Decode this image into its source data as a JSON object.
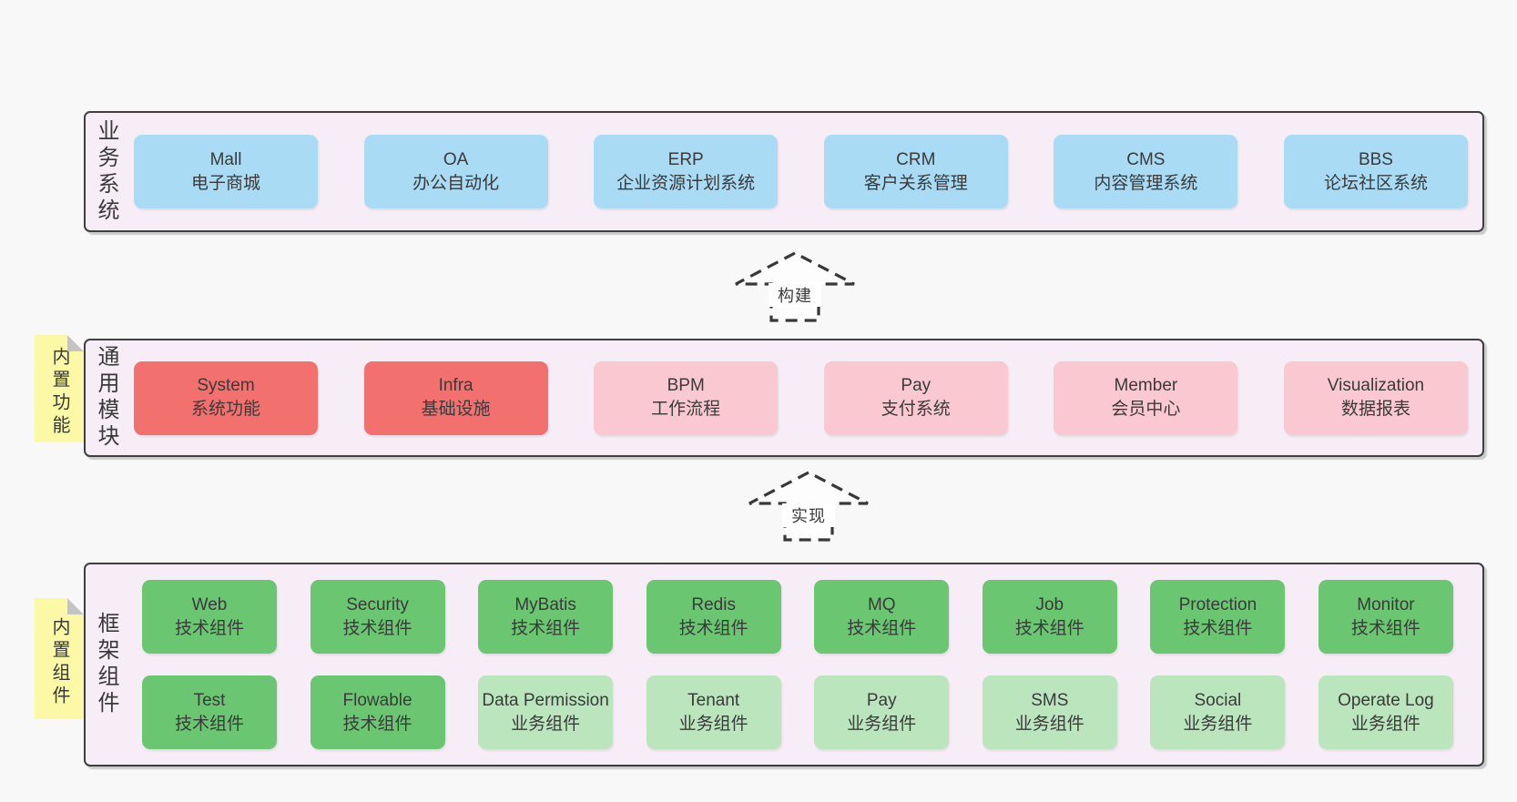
{
  "diagram": {
    "layers": [
      {
        "id": "business-systems",
        "label": "业务系统",
        "sticky": null,
        "rows": [
          [
            {
              "title": "Mall",
              "subtitle": "电子商城",
              "type": "blue"
            },
            {
              "title": "OA",
              "subtitle": "办公自动化",
              "type": "blue"
            },
            {
              "title": "ERP",
              "subtitle": "企业资源计划系统",
              "type": "blue"
            },
            {
              "title": "CRM",
              "subtitle": "客户关系管理",
              "type": "blue"
            },
            {
              "title": "CMS",
              "subtitle": "内容管理系统",
              "type": "blue"
            },
            {
              "title": "BBS",
              "subtitle": "论坛社区系统",
              "type": "blue"
            }
          ]
        ]
      },
      {
        "id": "common-modules",
        "label": "通用模块",
        "sticky": "内置功能",
        "rows": [
          [
            {
              "title": "System",
              "subtitle": "系统功能",
              "type": "red"
            },
            {
              "title": "Infra",
              "subtitle": "基础设施",
              "type": "red"
            },
            {
              "title": "BPM",
              "subtitle": "工作流程",
              "type": "pink"
            },
            {
              "title": "Pay",
              "subtitle": "支付系统",
              "type": "pink"
            },
            {
              "title": "Member",
              "subtitle": "会员中心",
              "type": "pink"
            },
            {
              "title": "Visualization",
              "subtitle": "数据报表",
              "type": "pink"
            }
          ]
        ]
      },
      {
        "id": "framework-components",
        "label": "框架组件",
        "sticky": "内置组件",
        "rows": [
          [
            {
              "title": "Web",
              "subtitle": "技术组件",
              "type": "green"
            },
            {
              "title": "Security",
              "subtitle": "技术组件",
              "type": "green"
            },
            {
              "title": "MyBatis",
              "subtitle": "技术组件",
              "type": "green"
            },
            {
              "title": "Redis",
              "subtitle": "技术组件",
              "type": "green"
            },
            {
              "title": "MQ",
              "subtitle": "技术组件",
              "type": "green"
            },
            {
              "title": "Job",
              "subtitle": "技术组件",
              "type": "green"
            },
            {
              "title": "Protection",
              "subtitle": "技术组件",
              "type": "green"
            },
            {
              "title": "Monitor",
              "subtitle": "技术组件",
              "type": "green"
            }
          ],
          [
            {
              "title": "Test",
              "subtitle": "技术组件",
              "type": "green"
            },
            {
              "title": "Flowable",
              "subtitle": "技术组件",
              "type": "green"
            },
            {
              "title": "Data Permission",
              "subtitle": "业务组件",
              "type": "lightgreen"
            },
            {
              "title": "Tenant",
              "subtitle": "业务组件",
              "type": "lightgreen"
            },
            {
              "title": "Pay",
              "subtitle": "业务组件",
              "type": "lightgreen"
            },
            {
              "title": "SMS",
              "subtitle": "业务组件",
              "type": "lightgreen"
            },
            {
              "title": "Social",
              "subtitle": "业务组件",
              "type": "lightgreen"
            },
            {
              "title": "Operate Log",
              "subtitle": "业务组件",
              "type": "lightgreen"
            }
          ]
        ]
      }
    ],
    "arrows": [
      {
        "id": "build",
        "label": "构建"
      },
      {
        "id": "implement",
        "label": "实现"
      }
    ]
  },
  "colors": {
    "page_bg": "#f8f8f8",
    "layer_fill": "#f7edf6",
    "layer_border": "#3f3f3f",
    "box_blue": "#a9dbf5",
    "box_red": "#f2706e",
    "box_pink": "#f9c8d0",
    "box_green": "#6bc672",
    "box_green_light": "#bae5bd",
    "sticky_fill": "#fbf9a5",
    "sticky_fold": "#c4c4c4",
    "arrow_stroke": "#383838",
    "text": "#3a3a3a"
  }
}
